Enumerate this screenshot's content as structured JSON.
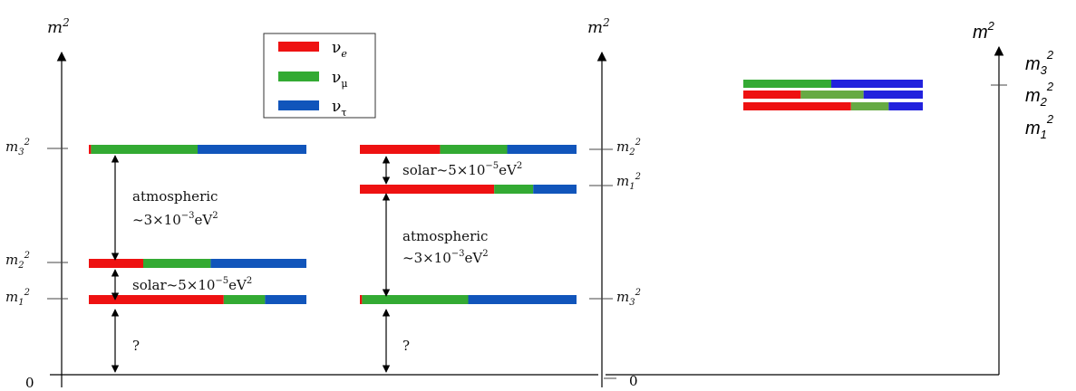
{
  "colors": {
    "nu_e": "#ee1111",
    "nu_mu": "#33aa33",
    "nu_tau": "#1155bb",
    "nu_mu_light": "#66aa44",
    "nu_tau_blue": "#2222dd"
  },
  "legend": {
    "items": [
      {
        "color_key": "nu_e",
        "base": "ν",
        "sub": "e"
      },
      {
        "color_key": "nu_mu",
        "base": "ν",
        "sub": "μ"
      },
      {
        "color_key": "nu_tau",
        "base": "ν",
        "sub": "τ"
      }
    ]
  },
  "normal": {
    "axis_title": "m",
    "axis_title_sup": "2",
    "zero_label": "0",
    "levels": [
      {
        "base": "m",
        "sub": "3",
        "sup": "2",
        "fractions": [
          0.01,
          0.49,
          0.5
        ]
      },
      {
        "base": "m",
        "sub": "2",
        "sup": "2",
        "fractions": [
          0.25,
          0.31,
          0.44
        ]
      },
      {
        "base": "m",
        "sub": "1",
        "sup": "2",
        "fractions": [
          0.62,
          0.19,
          0.19
        ]
      }
    ],
    "atm_line1": "atmospheric",
    "atm_line2": "~3×10",
    "atm_exp": "−3",
    "atm_unit": "eV",
    "atm_unit_sup": "2",
    "solar_text": "solar~5×10",
    "solar_exp": "−5",
    "solar_unit": "eV",
    "solar_unit_sup": "2",
    "question": "?"
  },
  "inverted": {
    "axis_title": "m",
    "axis_title_sup": "2",
    "zero_label": "0",
    "levels": [
      {
        "base": "m",
        "sub": "2",
        "sup": "2",
        "fractions": [
          0.37,
          0.31,
          0.32
        ]
      },
      {
        "base": "m",
        "sub": "1",
        "sup": "2",
        "fractions": [
          0.62,
          0.18,
          0.2
        ]
      },
      {
        "base": "m",
        "sub": "3",
        "sup": "2",
        "fractions": [
          0.01,
          0.49,
          0.5
        ]
      }
    ],
    "solar_text": "solar~5×10",
    "solar_exp": "−5",
    "solar_unit": "eV",
    "solar_unit_sup": "2",
    "atm_line1": "atmospheric",
    "atm_line2": "~3×10",
    "atm_exp": "−3",
    "atm_unit": "eV",
    "atm_unit_sup": "2",
    "question": "?"
  },
  "degenerate": {
    "axis_title": "m",
    "axis_title_sup": "2",
    "levels": [
      {
        "base": "m",
        "sub": "3",
        "sup": "2",
        "segments": [
          {
            "color_key": "nu_mu",
            "frac": 0.49
          },
          {
            "color_key": "nu_tau_blue",
            "frac": 0.51
          }
        ]
      },
      {
        "base": "m",
        "sub": "2",
        "sup": "2",
        "segments": [
          {
            "color_key": "nu_e",
            "frac": 0.32
          },
          {
            "color_key": "nu_mu_light",
            "frac": 0.35
          },
          {
            "color_key": "nu_tau_blue",
            "frac": 0.33
          }
        ]
      },
      {
        "base": "m",
        "sub": "1",
        "sup": "2",
        "segments": [
          {
            "color_key": "nu_e",
            "frac": 0.6
          },
          {
            "color_key": "nu_mu_light",
            "frac": 0.21
          },
          {
            "color_key": "nu_tau_blue",
            "frac": 0.19
          }
        ]
      }
    ]
  }
}
